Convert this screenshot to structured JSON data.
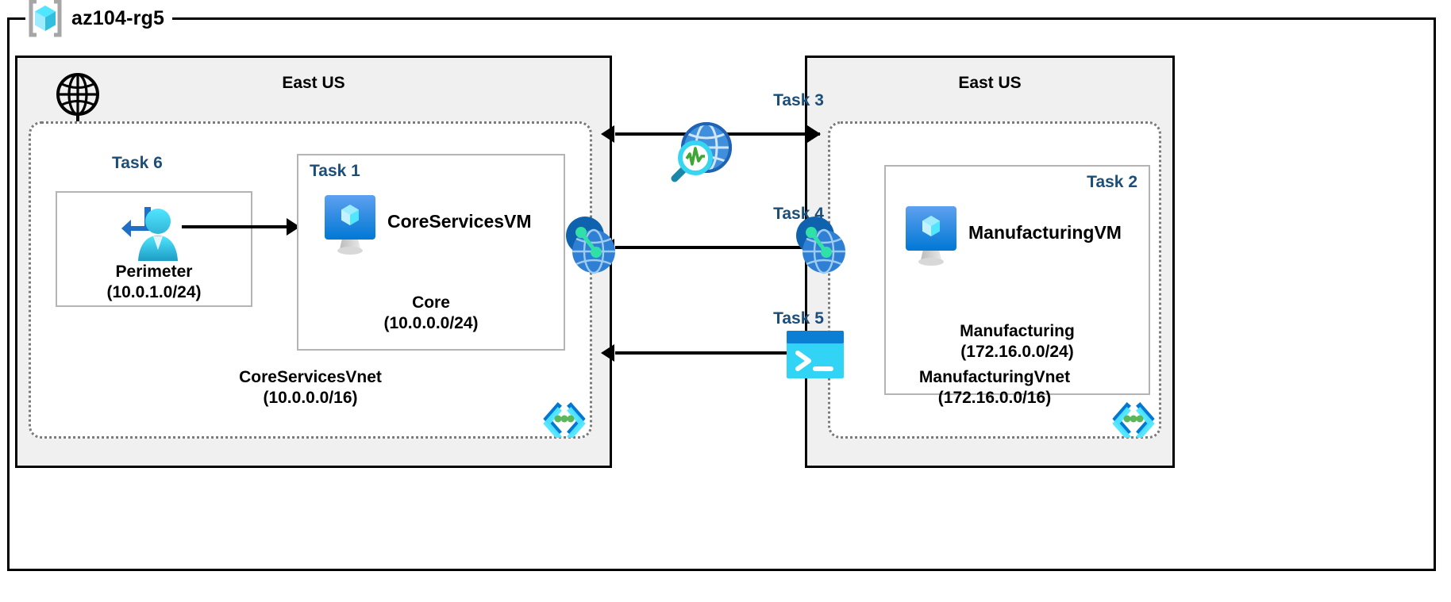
{
  "diagram": {
    "resource_group": {
      "name": "az104-rg5",
      "icon": "azure-resource-group-icon"
    },
    "regions": [
      {
        "id": "left",
        "title": "East US"
      },
      {
        "id": "right",
        "title": "East US"
      }
    ],
    "vnets": [
      {
        "id": "core-services",
        "name": "CoreServicesVnet",
        "cidr": "(10.0.0.0/16)",
        "icon": "virtual-network-icon"
      },
      {
        "id": "manufacturing",
        "name": "ManufacturingVnet",
        "cidr": "(172.16.0.0/16)",
        "icon": "virtual-network-icon"
      }
    ],
    "subnets": [
      {
        "id": "perimeter",
        "task": "Task 6",
        "name": "Perimeter",
        "cidr": "(10.0.1.0/24)",
        "icon": "route-table-user-icon"
      },
      {
        "id": "core",
        "task": "Task 1",
        "name": "Core",
        "cidr": "(10.0.0.0/24)",
        "vm": "CoreServicesVM",
        "icon": "virtual-machine-icon"
      },
      {
        "id": "manufacturing",
        "task": "Task 2",
        "name": "Manufacturing",
        "cidr": "(172.16.0.0/24)",
        "vm": "ManufacturingVM",
        "icon": "virtual-machine-icon"
      }
    ],
    "connections": [
      {
        "id": "task3",
        "label": "Task 3",
        "icon": "network-watcher-icon"
      },
      {
        "id": "task4",
        "label": "Task 4",
        "icon": "vnet-peering-icon"
      },
      {
        "id": "task5",
        "label": "Task 5",
        "icon": "cloud-shell-icon"
      }
    ],
    "internet": {
      "icon": "internet-globe-icon"
    },
    "colors": {
      "task_label": "#1b4e79",
      "region_fill": "#f0f0f0",
      "azure_blue": "#0078d4",
      "azure_cyan": "#50e6ff",
      "accent_green": "#5bb75b"
    }
  }
}
